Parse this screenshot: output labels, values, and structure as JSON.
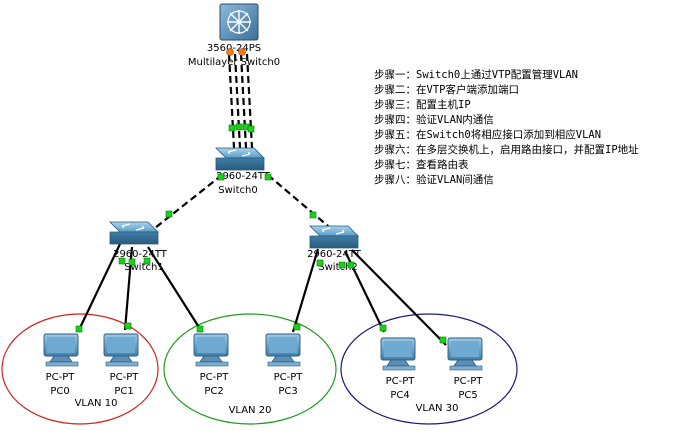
{
  "devices": {
    "multilayer": {
      "model": "3560-24PS",
      "name": "Multilayer Switch0"
    },
    "switch0": {
      "model": "2960-24TT",
      "name": "Switch0"
    },
    "switch1": {
      "model": "2960-24TT",
      "name": "Switch1"
    },
    "switch2": {
      "model": "2960-24TT",
      "name": "Switch2"
    },
    "pcs": [
      {
        "type": "PC-PT",
        "name": "PC0"
      },
      {
        "type": "PC-PT",
        "name": "PC1"
      },
      {
        "type": "PC-PT",
        "name": "PC2"
      },
      {
        "type": "PC-PT",
        "name": "PC3"
      },
      {
        "type": "PC-PT",
        "name": "PC4"
      },
      {
        "type": "PC-PT",
        "name": "PC5"
      }
    ]
  },
  "vlans": [
    {
      "label": "VLAN 10",
      "color": "#d42020"
    },
    {
      "label": "VLAN 20",
      "color": "#1f9a1f"
    },
    {
      "label": "VLAN 30",
      "color": "#1a1a7a"
    }
  ],
  "steps": [
    "步骤一：Switch0上通过VTP配置管理VLAN",
    "步骤二：在VTP客户端添加端口",
    "步骤三：配置主机IP",
    "步骤四：验证VLAN内通信",
    "步骤五：在Switch0将相应接口添加到相应VLAN",
    "步骤六：在多层交换机上，启用路由接口，并配置IP地址",
    "步骤七：查看路由表",
    "步骤八：验证VLAN间通信"
  ],
  "colors": {
    "switch_body": "#4a8ab0",
    "switch_top": "#7fb8d8",
    "multilayer_body": "#3e6f9a",
    "pc_monitor": "#5a96c0",
    "link_led": "#19d219",
    "trunk_led": "#f07a1a"
  }
}
